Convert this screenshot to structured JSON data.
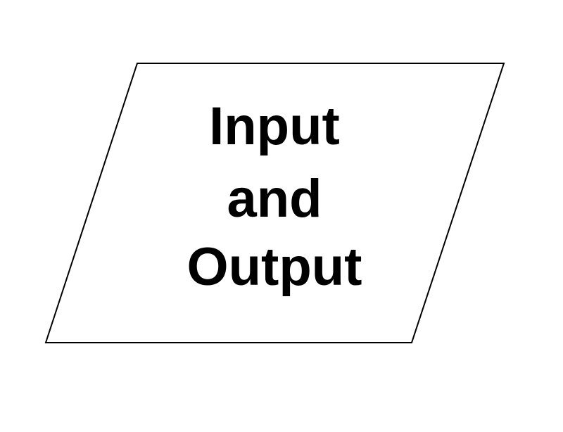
{
  "shape": {
    "type": "parallelogram",
    "stroke": "#000000",
    "fill": "#ffffff"
  },
  "label": {
    "lines": [
      "Input",
      "and",
      "Output"
    ]
  }
}
